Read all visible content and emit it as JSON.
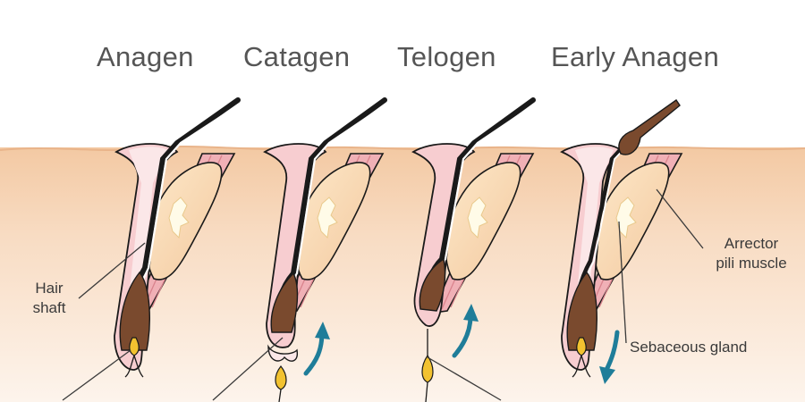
{
  "stages": [
    {
      "title": "Anagen"
    },
    {
      "title": "Catagen"
    },
    {
      "title": "Telogen"
    },
    {
      "title": "Early Anagen"
    }
  ],
  "labels": {
    "hair_shaft_line1": "Hair",
    "hair_shaft_line2": "shaft",
    "arrector_line1": "Arrector",
    "arrector_line2": "pili muscle",
    "sebaceous": "Sebaceous gland"
  },
  "colors": {
    "skin_top": "#f3c9a3",
    "skin_bottom": "#fdf3ea",
    "follicle_sheath": "#f6c4c8",
    "follicle_outline": "#1a1a1a",
    "hair": "#2a2a2a",
    "bulb": "#7a4a2e",
    "papilla": "#f2c230",
    "muscle": "#e9a0a8",
    "gland": "#fff1c9",
    "arrow": "#1f7d99"
  },
  "arrows": [
    {
      "stage": "Catagen",
      "direction": "up"
    },
    {
      "stage": "Telogen",
      "direction": "up"
    },
    {
      "stage": "Early Anagen",
      "direction": "down"
    }
  ]
}
